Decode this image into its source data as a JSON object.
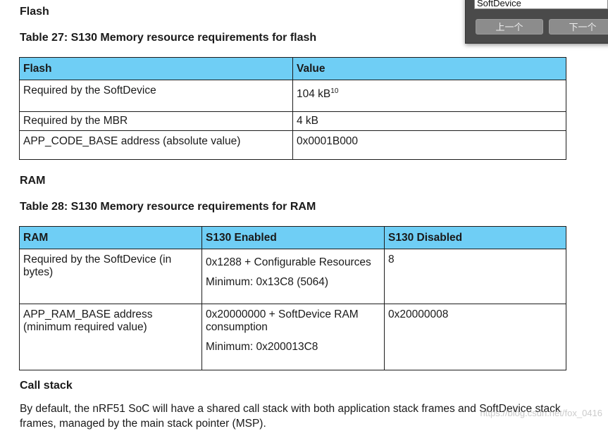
{
  "flash_heading": "Flash",
  "table27": {
    "caption": "Table 27: S130 Memory resource requirements for flash",
    "headers": [
      "Flash",
      "Value"
    ],
    "rows": [
      {
        "label": "Required by the SoftDevice",
        "value": "104 kB",
        "sup": "10"
      },
      {
        "label": "Required by the MBR",
        "value": "4 kB"
      },
      {
        "label": "APP_CODE_BASE address (absolute value)",
        "value": "0x0001B000"
      }
    ]
  },
  "ram_heading": "RAM",
  "table28": {
    "caption": "Table 28: S130 Memory resource requirements for RAM",
    "headers": [
      "RAM",
      "S130 Enabled",
      "S130 Disabled"
    ],
    "rows": [
      {
        "label": "Required by the SoftDevice (in bytes)",
        "enabled": "0x1288 + Configurable Resources",
        "enabled_min": "Minimum: 0x13C8 (5064)",
        "disabled": "8"
      },
      {
        "label": "APP_RAM_BASE address (minimum required value)",
        "enabled": "0x20000000 + SoftDevice RAM consumption",
        "enabled_min": "Minimum: 0x200013C8",
        "disabled": "0x20000008"
      }
    ]
  },
  "call_stack_heading": "Call stack",
  "call_stack_text": "By default, the nRF51 SoC will have a shared call stack with both application stack frames and SoftDevice stack frames, managed by the main stack pointer (MSP).",
  "find_dialog": {
    "search_value": "SoftDevice",
    "prev_label": "上一个",
    "next_label": "下一个"
  },
  "watermark": "https://blog.csdn.net/fox_0416"
}
